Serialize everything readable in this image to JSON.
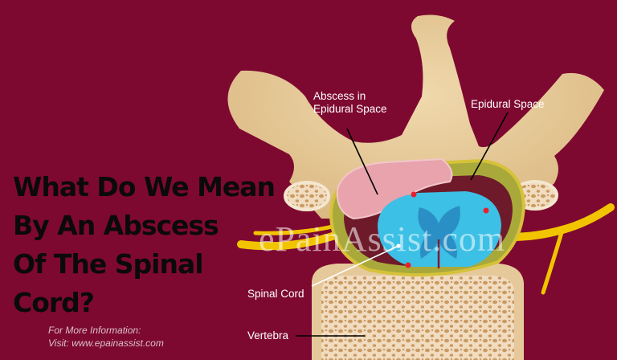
{
  "title": {
    "lines": [
      "What Do We Mean",
      "By An Abscess",
      "Of The Spinal",
      "Cord?"
    ]
  },
  "labels": {
    "abscess_line1": "Abscess in",
    "abscess_line2": "Epidural Space",
    "epidural_space": "Epidural Space",
    "spinal_cord": "Spinal Cord",
    "vertebra": "Vertebra"
  },
  "info": {
    "line1": "For More Information:",
    "line2": "Visit: www.epainassist.com"
  },
  "watermark": "ePainAssist.com",
  "colors": {
    "background": "#7e0930",
    "bone": "#e6c99a",
    "spinal_cord": "#3cc0e6",
    "abscess": "#e8a3ad",
    "nerve": "#f2c400"
  }
}
